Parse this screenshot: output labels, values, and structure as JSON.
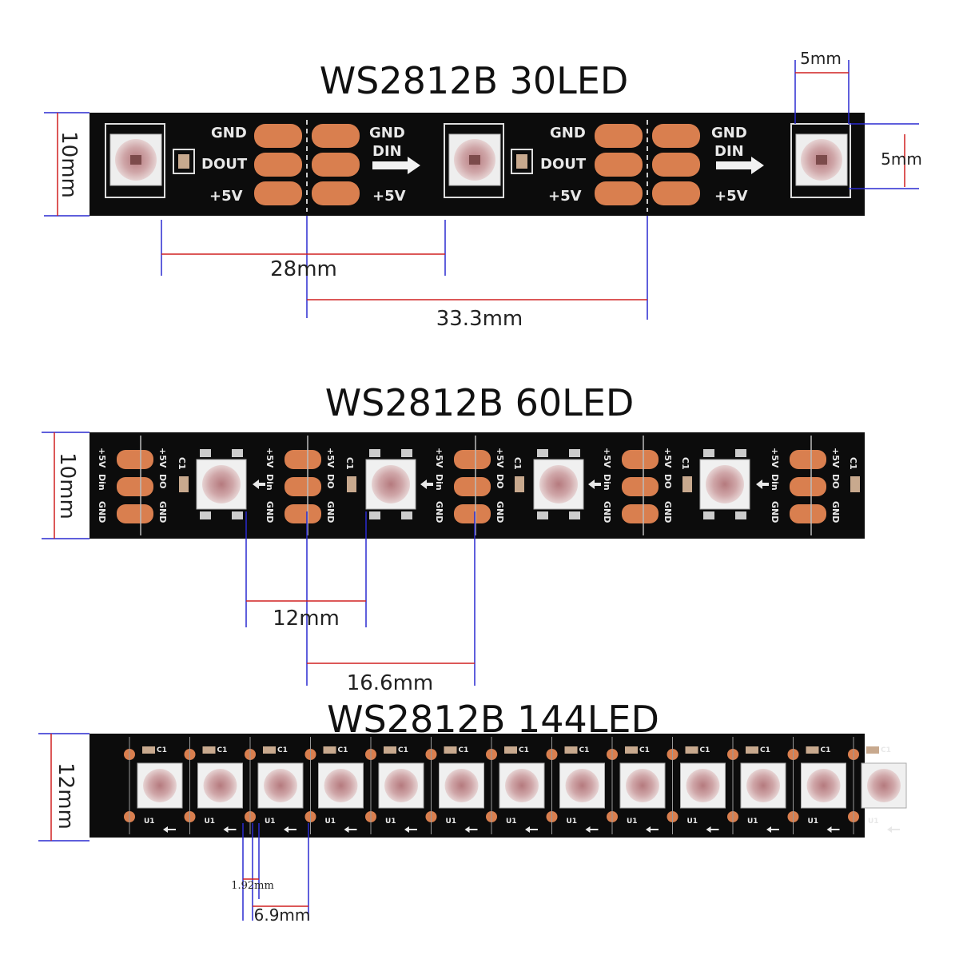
{
  "strips": [
    {
      "title": "WS2812B 30LED",
      "width_label": "10mm",
      "chip_w_label": "5mm",
      "chip_h_label": "5mm",
      "pitch_label": "28mm",
      "cut_label": "33.3mm",
      "pads": [
        "GND",
        "DOUT",
        "+5V"
      ],
      "pads_in": [
        "GND",
        "DIN",
        "+5V"
      ]
    },
    {
      "title": "WS2812B 60LED",
      "width_label": "10mm",
      "pitch_label": "12mm",
      "cut_label": "16.6mm",
      "pads": [
        "+5V",
        "Din",
        "GND"
      ],
      "pads_out": [
        "+5V",
        "DO",
        "GND"
      ],
      "cap_label": "C1"
    },
    {
      "title": "WS2812B 144LED",
      "width_label": "12mm",
      "gap_label": "1.92mm",
      "pitch_label": "6.9mm",
      "cap_label": "C1",
      "chip_label": "U1"
    }
  ],
  "colors": {
    "pcb": "#0c0c0c",
    "pad": "#d97f4f",
    "led_body": "#f0f0f0",
    "dim_blue": "#2a2ad0",
    "dim_red": "#d02020"
  }
}
